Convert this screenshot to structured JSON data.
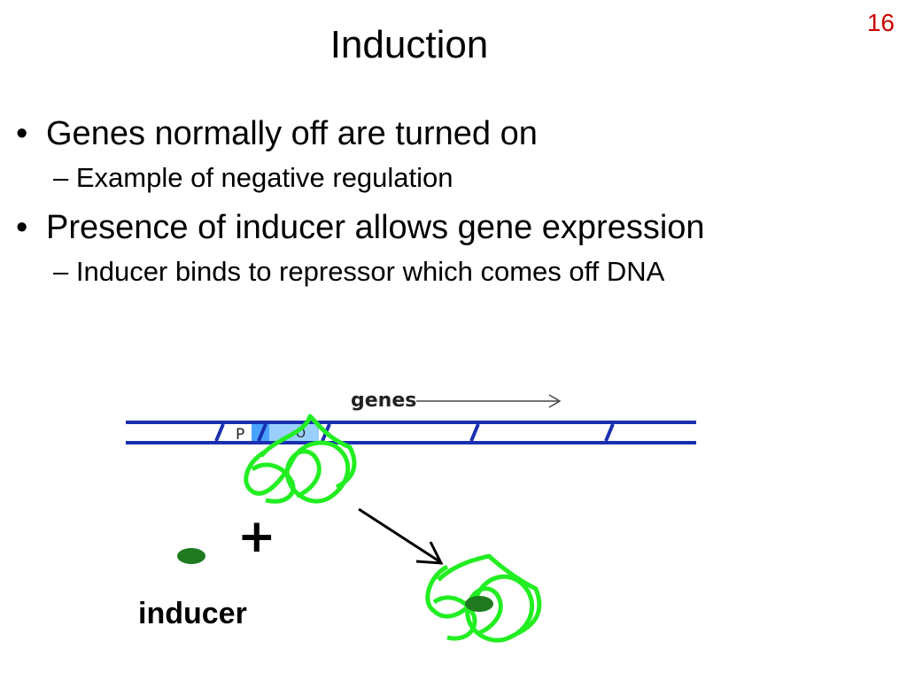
{
  "slide": {
    "number": "16",
    "title": "Induction"
  },
  "bullets": [
    {
      "text": "Genes normally off are turned on",
      "sub": "Example of negative regulation"
    },
    {
      "text": "Presence of inducer allows gene expression",
      "sub": "Inducer binds to repressor which comes off DNA"
    }
  ],
  "diagram": {
    "genes_label": "genes",
    "promoter_label": "P",
    "operator_label": "O",
    "plus_sign": "+",
    "inducer_label": "inducer",
    "colors": {
      "dna": "#1a2fb0",
      "promoter": "#4aa3ff",
      "operator": "#9ad0ff",
      "repressor": "#22ee22",
      "inducer": "#1f7a1f"
    }
  }
}
